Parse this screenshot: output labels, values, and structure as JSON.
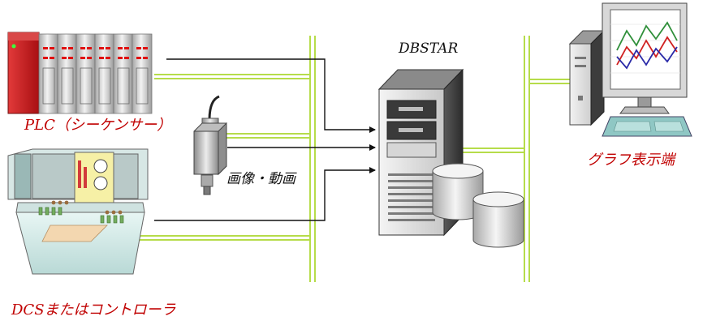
{
  "diagram": {
    "title": "DBSTAR",
    "labels": {
      "plc": "PLC（シーケンサー）",
      "camera": "画像・動画",
      "dcs": "DCSまたはコントローラ",
      "terminal": "グラフ表示端"
    }
  },
  "colors": {
    "network_bus": "#b6dc4a",
    "plc_red": "#c8181c",
    "label_red": "#c00000",
    "monitor_teal": "#8fc7c4"
  }
}
